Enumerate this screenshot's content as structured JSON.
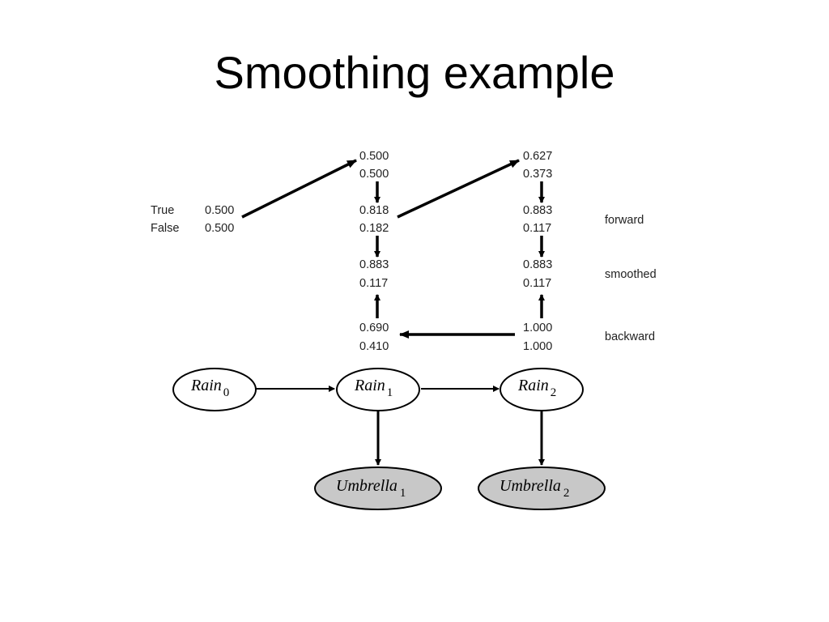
{
  "title": "Smoothing example",
  "prior": {
    "true_label": "True",
    "false_label": "False",
    "true_value": "0.500",
    "false_value": "0.500"
  },
  "columns": [
    {
      "predicted": [
        "0.500",
        "0.500"
      ],
      "forward": [
        "0.818",
        "0.182"
      ],
      "smoothed": [
        "0.883",
        "0.117"
      ],
      "backward": [
        "0.690",
        "0.410"
      ]
    },
    {
      "predicted": [
        "0.627",
        "0.373"
      ],
      "forward": [
        "0.883",
        "0.117"
      ],
      "smoothed": [
        "0.883",
        "0.117"
      ],
      "backward": [
        "1.000",
        "1.000"
      ]
    }
  ],
  "row_labels": {
    "forward": "forward",
    "smoothed": "smoothed",
    "backward": "backward"
  },
  "nodes": {
    "rain": [
      {
        "name": "Rain",
        "sub": "0"
      },
      {
        "name": "Rain",
        "sub": "1"
      },
      {
        "name": "Rain",
        "sub": "2"
      }
    ],
    "umbrella": [
      {
        "name": "Umbrella",
        "sub": "1"
      },
      {
        "name": "Umbrella",
        "sub": "2"
      }
    ]
  },
  "colors": {
    "evidence_fill": "#c8c8c8",
    "hidden_fill": "#ffffff"
  }
}
